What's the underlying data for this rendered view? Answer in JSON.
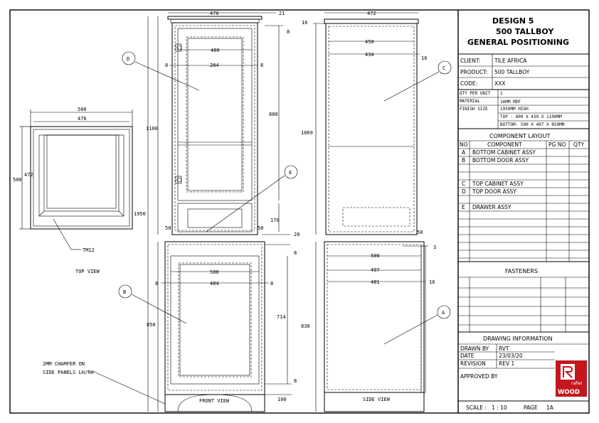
{
  "title": {
    "line1": "DESIGN 5",
    "line2": "500 TALLBOY",
    "line3": "GENERAL POSITIONING"
  },
  "info": {
    "client_label": "CLIENT:",
    "client_value": "TILE AFRICA",
    "product_label": "PRODUCT:",
    "product_value": "500 TALLBOY",
    "code_label": "CODE:",
    "code_value": "XXX",
    "qty_label": "QTY PER UNIT",
    "qty_value": "1",
    "material_label": "MATERIAL",
    "material_value": "16MM MDF",
    "finish_label": "FINISH SIZE",
    "finish_value": "1950MM HIGH",
    "top_size": "TOP - 400 X 430 X 1100MM",
    "bottom_size": "BOTTOM- 500 X 497 X 850MM"
  },
  "components": {
    "heading": "COMPONENT LAYOUT",
    "col_no": "NO",
    "col_component": "COMPONENT",
    "col_pgno": "PG NO",
    "col_qty": "QTY",
    "rows": [
      {
        "no": "A",
        "name": "BOTTOM CABINET ASSY"
      },
      {
        "no": "B",
        "name": "BOTTOM DOOR ASSY"
      },
      {
        "no": "C",
        "name": "TOP CABINET ASSY"
      },
      {
        "no": "D",
        "name": "TOP DOOR ASSY"
      },
      {
        "no": "E",
        "name": "DRAWER ASSY"
      }
    ]
  },
  "fasteners": {
    "heading": "FASTENERS"
  },
  "drawing_info": {
    "heading": "DRAWING INFORMATION",
    "drawn_label": "DRAWN BY",
    "drawn_value": "RVT",
    "date_label": "DATE",
    "date_value": "23/03/20",
    "revision_label": "REVISION",
    "revision_value": "REV 1",
    "approved_label": "APPROVED BY",
    "scale_label": "SCALE :",
    "scale_value": "1 : 10",
    "page_label": "PAGE",
    "page_value": "1A"
  },
  "logo": {
    "line1": "rafiel",
    "line2": "WOOD"
  },
  "views": {
    "top": "TOP VIEW",
    "front": "FRONT VIEW",
    "side": "SIDE VIEW"
  },
  "notes": {
    "tm": "TM12",
    "chamfer1": "2MM CHAMFER ON",
    "chamfer2": "SIDE PANELS LH/RH"
  },
  "callouts": {
    "a": "A",
    "b": "B",
    "c": "C",
    "d": "D",
    "e": "E"
  },
  "dims": {
    "top_w500": "500",
    "top_w476": "476",
    "top_h500": "500",
    "top_h472": "472",
    "fv_top476": "476",
    "fv_21": "21",
    "fv_8a": "8",
    "fv_400": "400",
    "fv_8b": "8",
    "fv_284": "284",
    "fv_8c": "8",
    "fv_880": "880",
    "fv_1100": "1100",
    "fv_1950": "1950",
    "fv_170": "170",
    "fv_50a": "50",
    "fv_50b": "50",
    "fv_20": "20",
    "fv_8d": "8",
    "fv_500": "500",
    "fv_8e": "8",
    "fv_484": "484",
    "fv_8f": "8",
    "fv_714": "714",
    "fv_850": "850",
    "fv_8g": "8",
    "fv_100": "100",
    "sv_472": "472",
    "sv_16a": "16",
    "sv_450": "450",
    "sv_434": "434",
    "sv_16b": "16",
    "sv_1069": "1069",
    "sv_50": "50",
    "sv_3": "3",
    "sv_500": "500",
    "sv_497": "497",
    "sv_481": "481",
    "sv_16c": "16",
    "sv_830": "830"
  }
}
